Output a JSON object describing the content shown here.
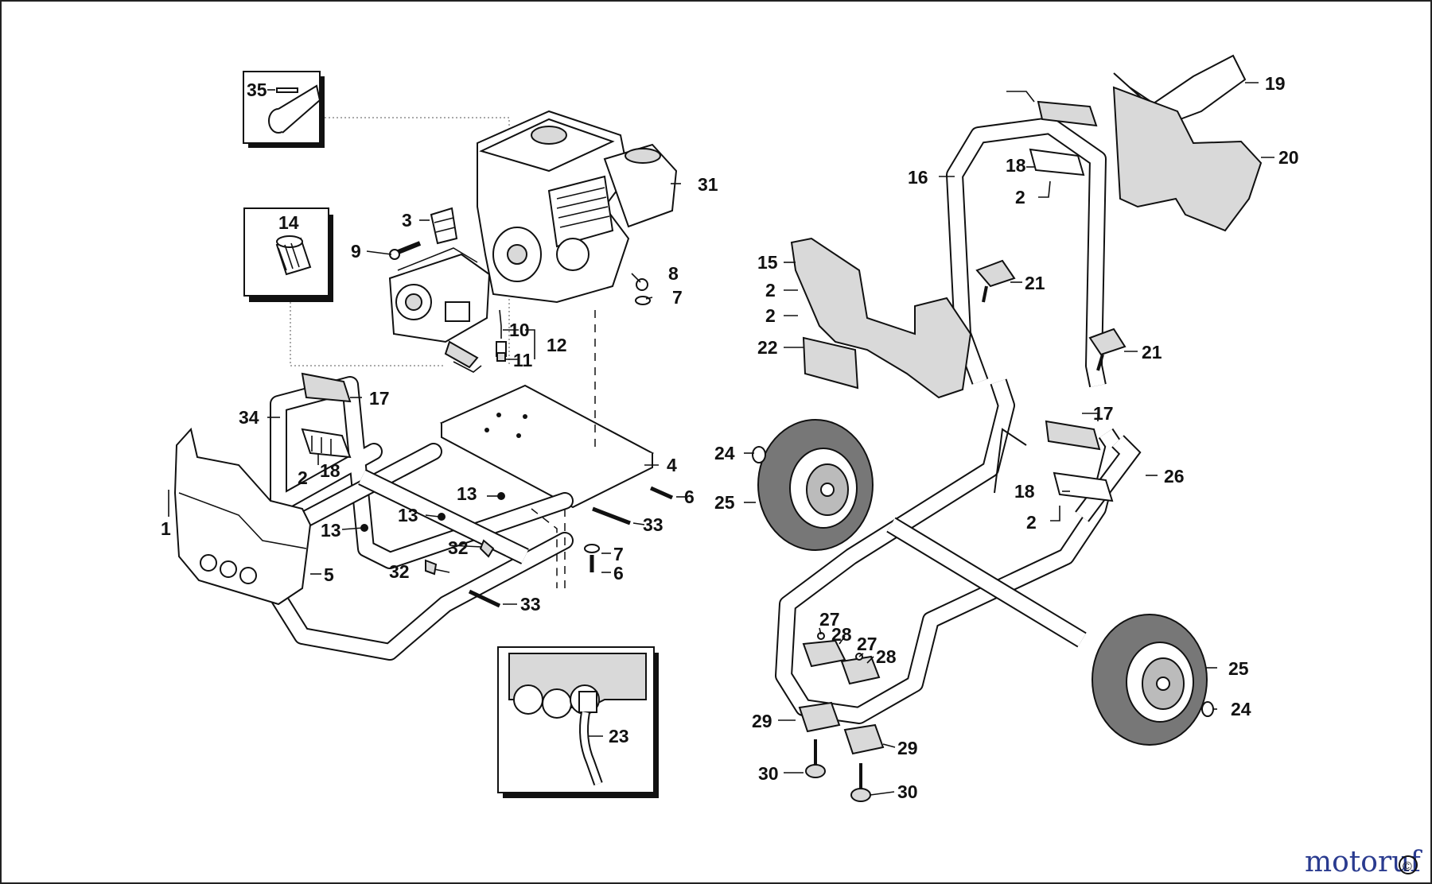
{
  "callouts": [
    "35",
    "14",
    "3",
    "9",
    "31",
    "8",
    "7",
    "10",
    "11",
    "12",
    "17",
    "34",
    "2",
    "18",
    "4",
    "6",
    "1",
    "5",
    "13",
    "13",
    "13",
    "32",
    "32",
    "33",
    "7",
    "6",
    "33",
    "23",
    "19",
    "20",
    "16",
    "18",
    "2",
    "15",
    "2",
    "2",
    "21",
    "22",
    "21",
    "17",
    "24",
    "25",
    "26",
    "18",
    "2",
    "27",
    "28",
    "27",
    "28",
    "25",
    "29",
    "29",
    "24",
    "30",
    "30"
  ],
  "watermark": {
    "brand": "motoruf",
    "copyright": "©"
  },
  "colors": {
    "line": "#111111",
    "brand_blue": "#2a3b8f",
    "brand_red": "#c0392b"
  }
}
